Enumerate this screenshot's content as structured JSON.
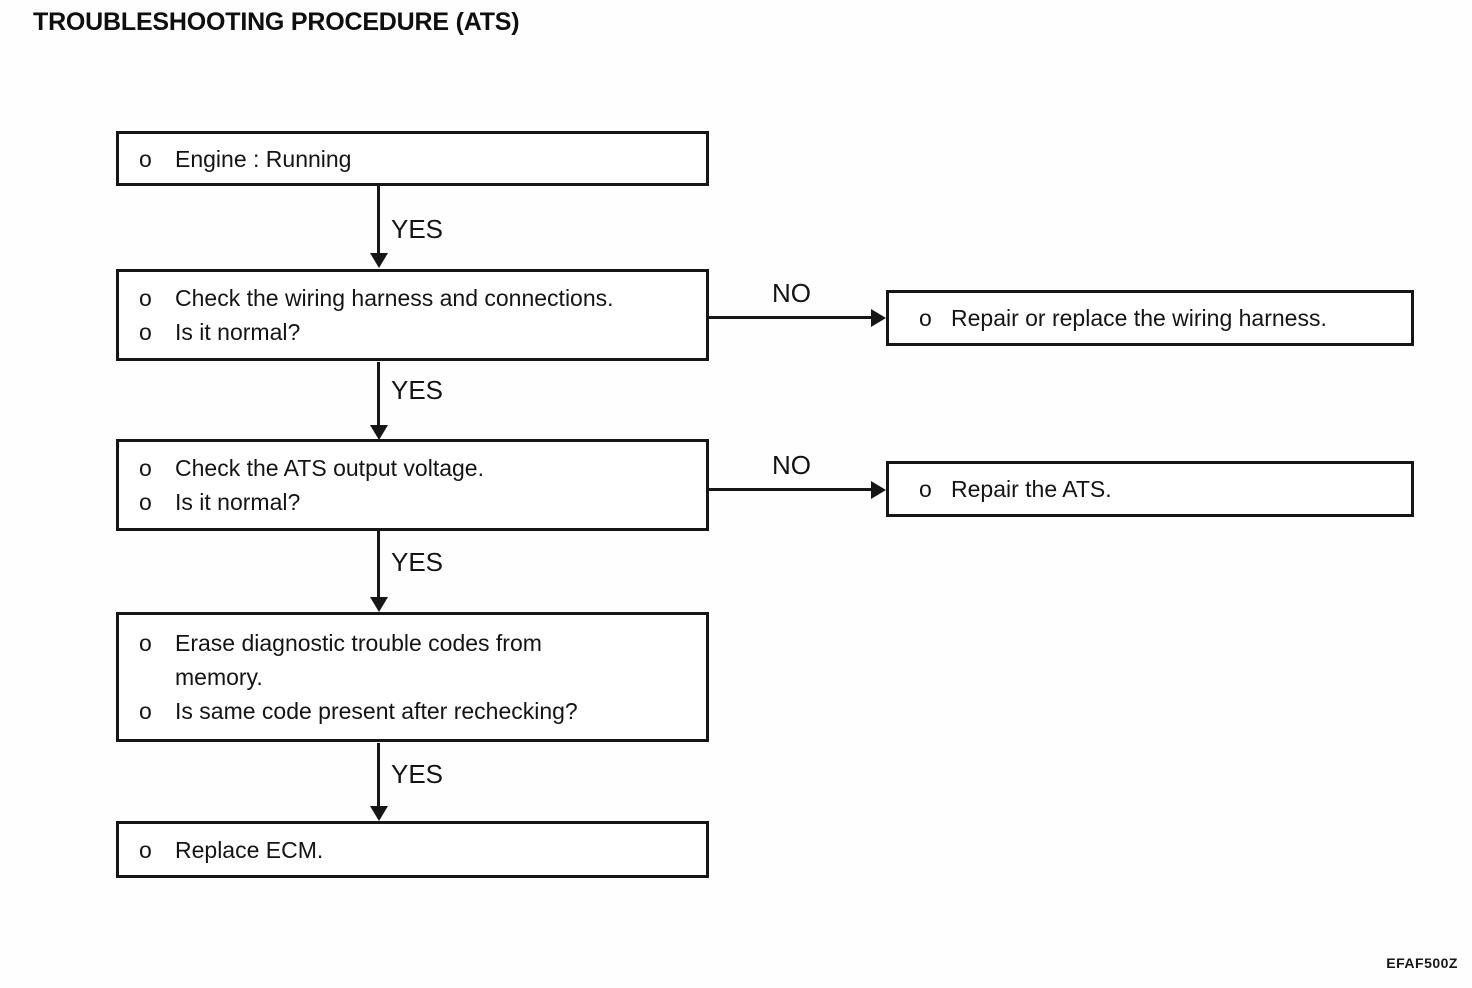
{
  "title": "TROUBLESHOOTING PROCEDURE (ATS)",
  "bullet_char": "o",
  "labels": {
    "yes": "YES",
    "no": "NO"
  },
  "figure_code": "EFAF500Z",
  "steps": [
    {
      "name": "engine-running",
      "lines": [
        {
          "bullet": true,
          "text": "Engine : Running"
        }
      ]
    },
    {
      "name": "check-wiring-harness",
      "lines": [
        {
          "bullet": true,
          "text": "Check the wiring harness and connections."
        },
        {
          "bullet": true,
          "text": "Is it normal?"
        }
      ]
    },
    {
      "name": "check-ats-output-voltage",
      "lines": [
        {
          "bullet": true,
          "text": "Check the ATS output voltage."
        },
        {
          "bullet": true,
          "text": "Is it normal?"
        }
      ]
    },
    {
      "name": "erase-diagnostic-codes",
      "lines": [
        {
          "bullet": true,
          "text": "Erase diagnostic trouble codes from"
        },
        {
          "bullet": false,
          "text": "memory."
        },
        {
          "bullet": true,
          "text": "Is same code present after rechecking?"
        }
      ]
    },
    {
      "name": "replace-ecm",
      "lines": [
        {
          "bullet": true,
          "text": "Replace ECM."
        }
      ]
    }
  ],
  "remedies": [
    {
      "name": "repair-or-replace-wiring-harness",
      "text": "Repair or replace the wiring harness."
    },
    {
      "name": "repair-the-ats",
      "text": "Repair the ATS."
    }
  ]
}
